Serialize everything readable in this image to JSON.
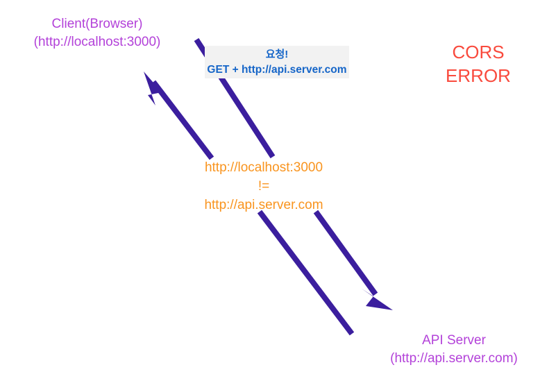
{
  "diagram": {
    "title_annotation": {
      "line1": "CORS",
      "line2": "ERROR",
      "color": "#f94a3d"
    },
    "nodes": [
      {
        "id": "client",
        "name": "Client(Browser)",
        "origin": "(http://localhost:3000)",
        "color": "#b342d9"
      },
      {
        "id": "api-server",
        "name": "API Server",
        "origin": "(http://api.server.com)",
        "color": "#b342d9"
      }
    ],
    "request_label": {
      "line1": "요청!",
      "line2": "GET + http://api.server.com",
      "color": "#1565c8",
      "background": "#f2f2f2"
    },
    "origin_mismatch": {
      "line1": "http://localhost:3000",
      "line2": "!=",
      "line3": "http://api.server.com",
      "color": "#f9941e"
    },
    "arrows": {
      "color": "#3b1e9e",
      "items": [
        {
          "id": "response-to-client",
          "direction": "up-left",
          "has_head": true
        },
        {
          "id": "request-upper-segment",
          "direction": "down-right",
          "has_head": false
        },
        {
          "id": "response-lower-segment",
          "direction": "up-left",
          "has_head": false
        },
        {
          "id": "request-to-server",
          "direction": "down-right",
          "has_head": true
        }
      ]
    }
  }
}
